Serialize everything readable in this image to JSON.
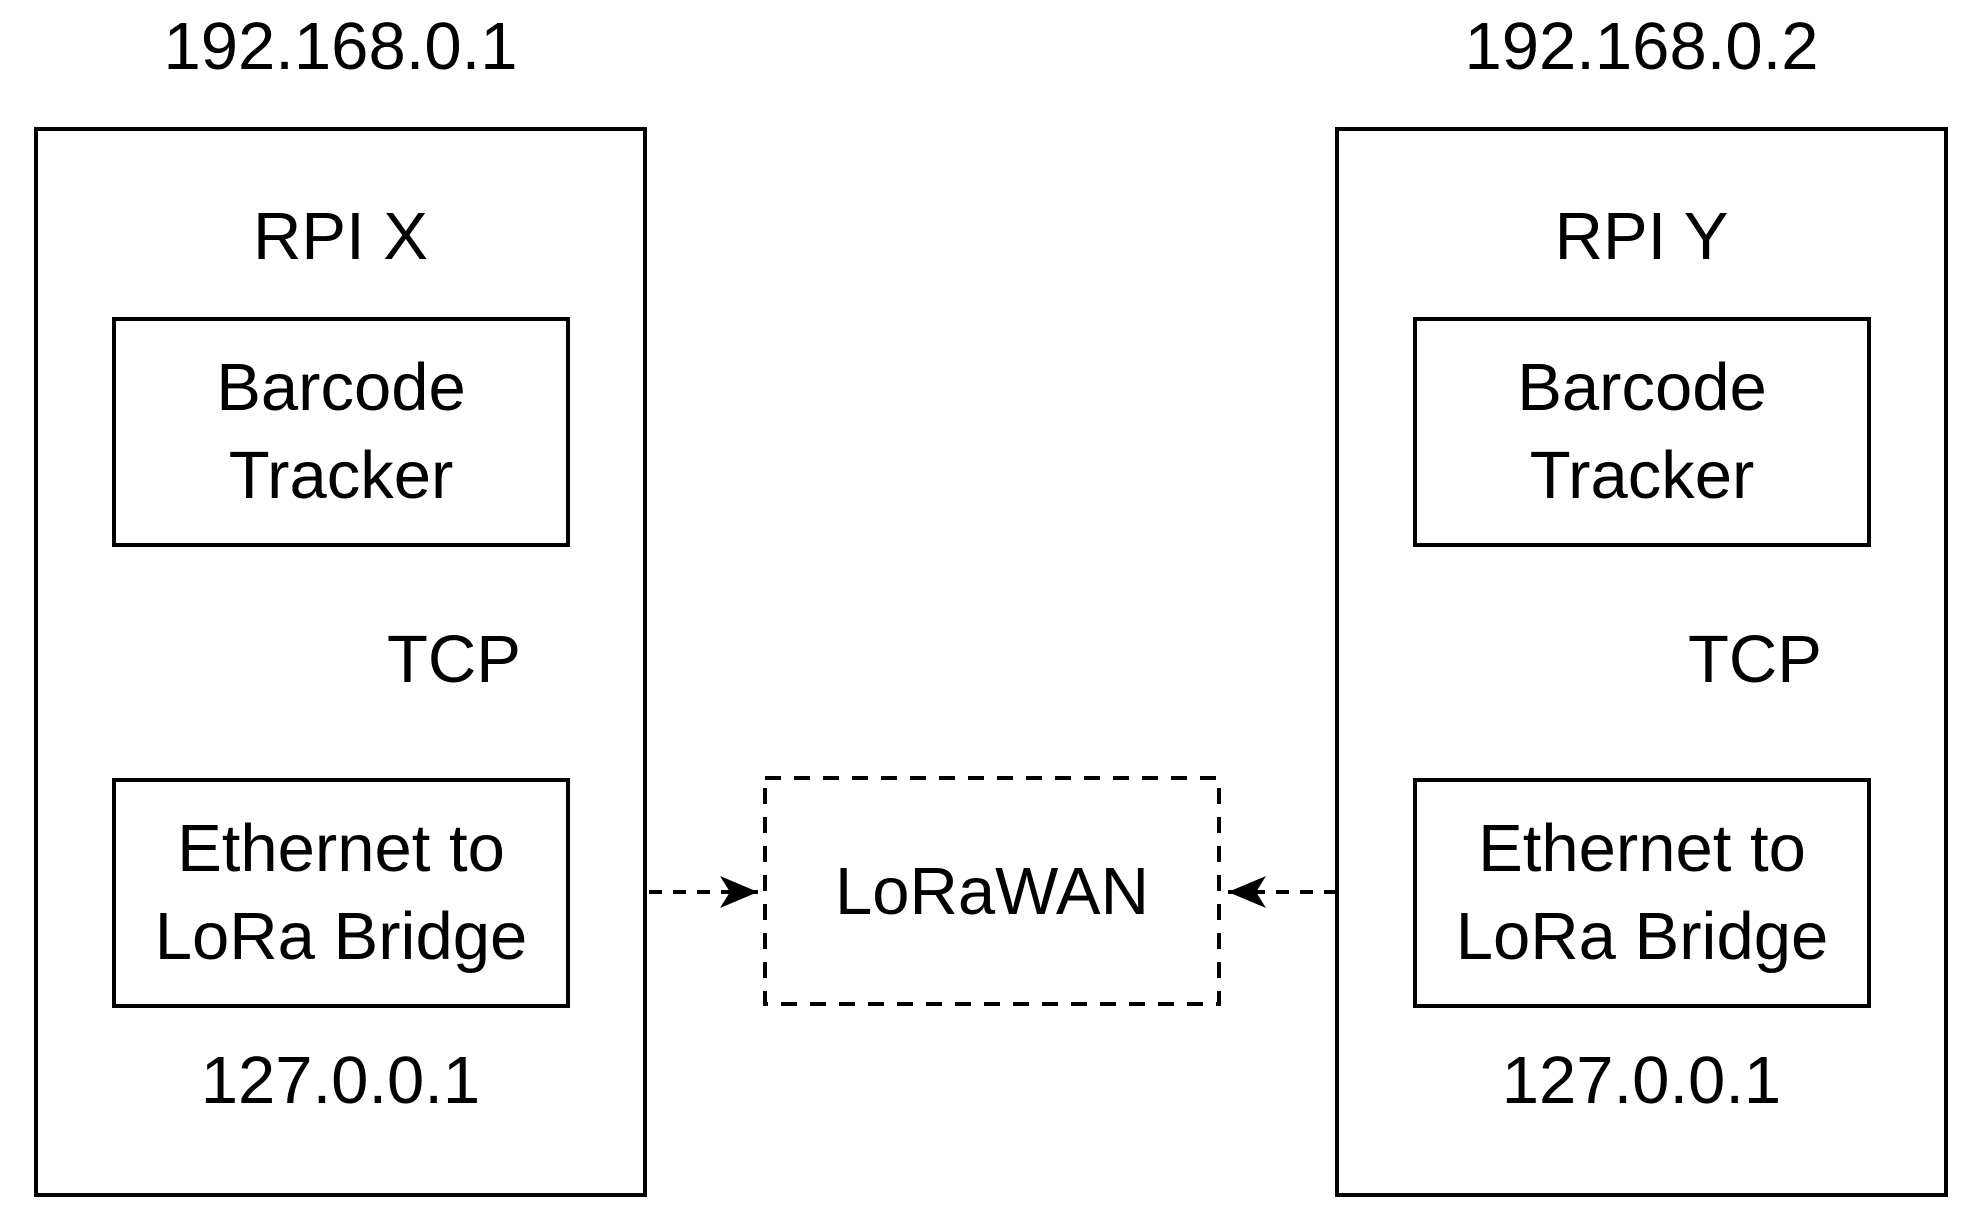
{
  "nodes": {
    "rpi_x": {
      "ip": "192.168.0.1",
      "title": "RPI X",
      "barcode_label": "Barcode\nTracker",
      "tcp_label": "TCP",
      "bridge_label": "Ethernet to\nLoRa Bridge",
      "loopback_ip": "127.0.0.1"
    },
    "rpi_y": {
      "ip": "192.168.0.2",
      "title": "RPI Y",
      "barcode_label": "Barcode\nTracker",
      "tcp_label": "TCP",
      "bridge_label": "Ethernet to\nLoRa Bridge",
      "loopback_ip": "127.0.0.1"
    },
    "network": {
      "label": "LoRaWAN"
    }
  },
  "colors": {
    "stroke": "#000000",
    "background": "#ffffff"
  }
}
